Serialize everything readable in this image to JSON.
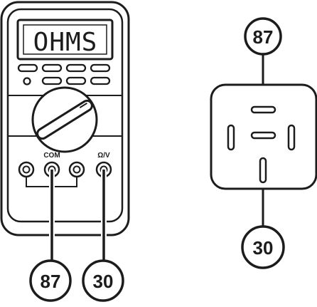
{
  "meter": {
    "display_text": "OHMS",
    "com_label": "COM",
    "volt_ohm_label": "Ω/V"
  },
  "probes": {
    "left_number": "87",
    "right_number": "30"
  },
  "relay": {
    "top_terminal": "87",
    "bottom_terminal": "30"
  }
}
